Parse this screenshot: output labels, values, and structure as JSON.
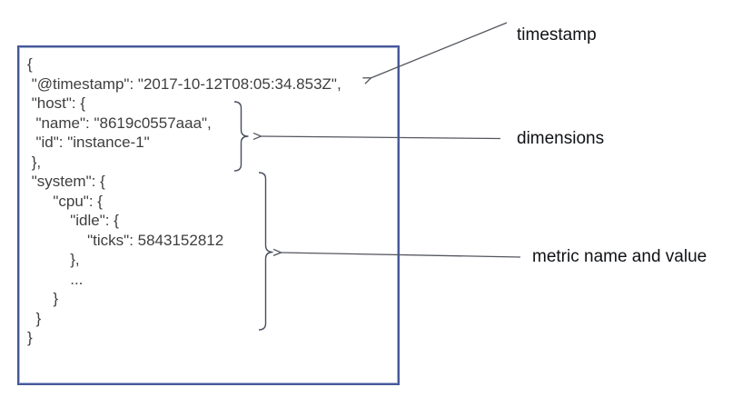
{
  "diagram": {
    "code": "{\n \"@timestamp\": \"2017-10-12T08:05:34.853Z\",\n \"host\": {\n  \"name\": \"8619c0557aaa\",\n  \"id\": \"instance-1\"\n },\n \"system\": {\n      \"cpu\": {\n          \"idle\": {\n              \"ticks\": 5843152812\n          },\n          ...\n      }\n  }\n}",
    "document": {
      "timestamp": "2017-10-12T08:05:34.853Z",
      "host_name": "8619c0557aaa",
      "host_id": "instance-1",
      "metric_name": "system.cpu.idle.ticks",
      "metric_value": 5843152812
    },
    "labels": {
      "timestamp": "timestamp",
      "dimensions": "dimensions",
      "metric": "metric name and value"
    },
    "colors": {
      "box_border": "#46589a",
      "code_text": "#3e3e3e",
      "annotation_line": "#53565e",
      "label_text": "#101216"
    }
  }
}
